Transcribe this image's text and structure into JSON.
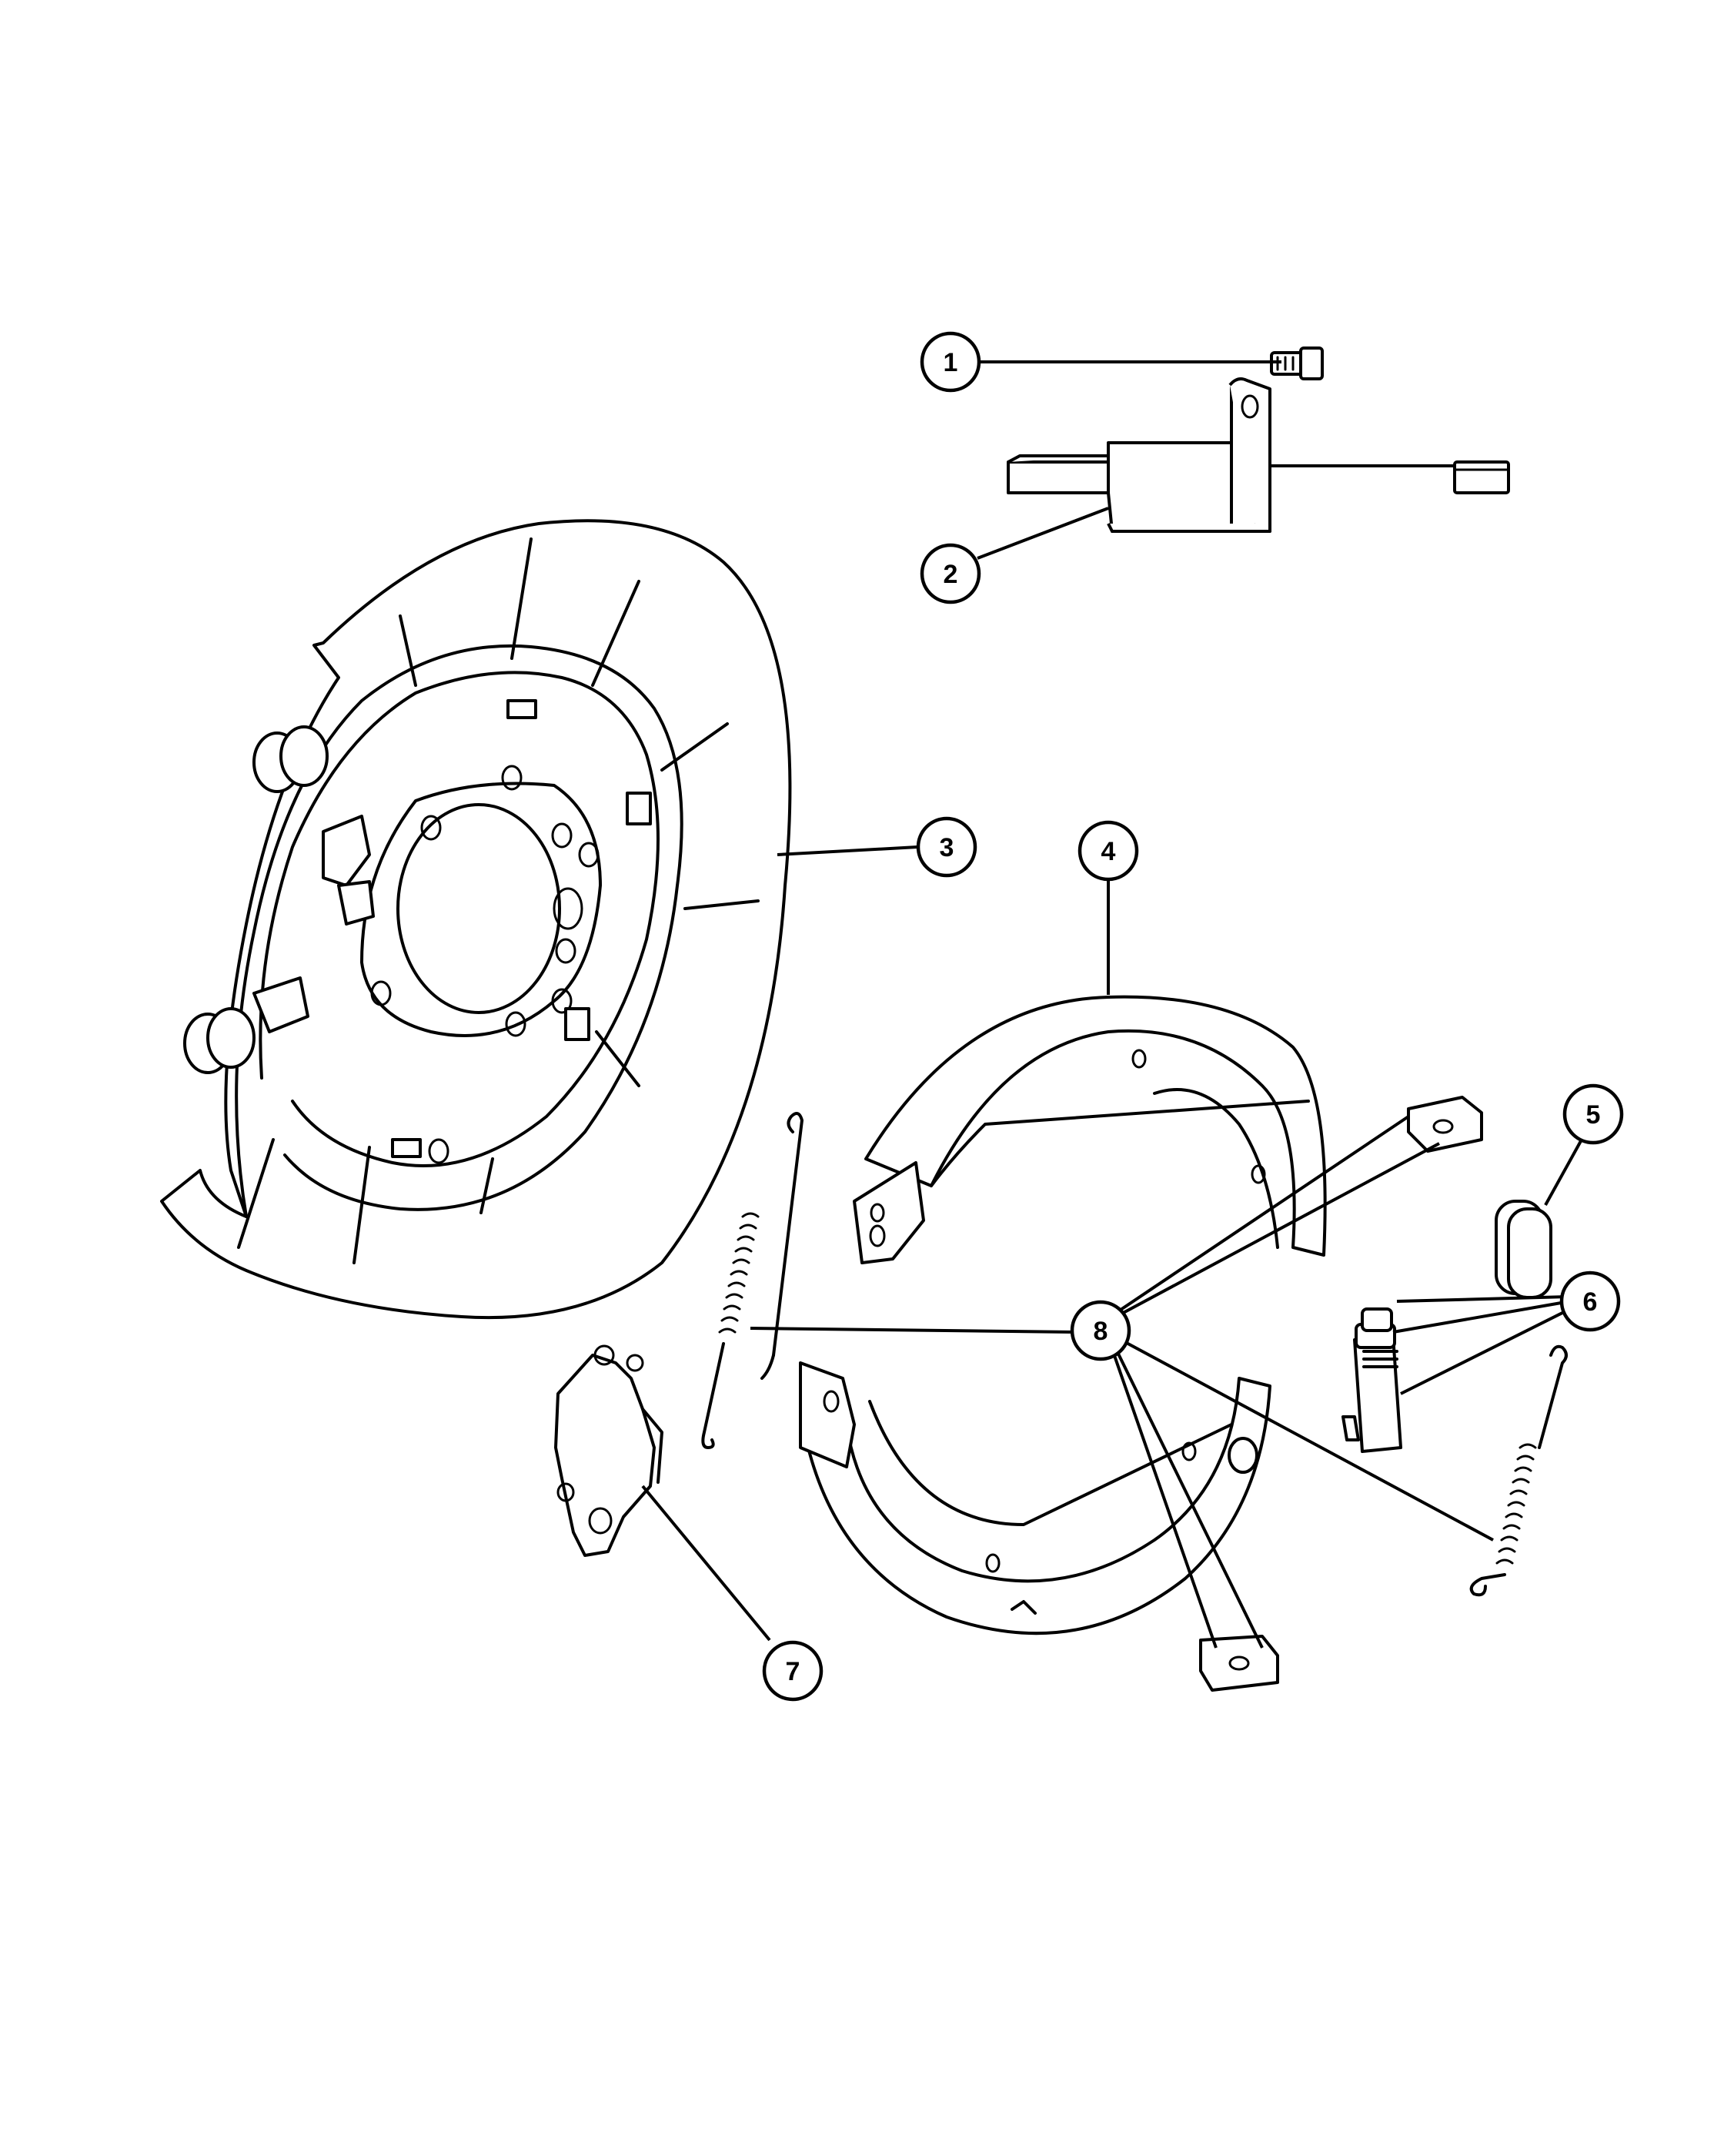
{
  "callouts": [
    {
      "id": "1",
      "label": "1",
      "part": "bolt"
    },
    {
      "id": "2",
      "label": "2",
      "part": "bracket"
    },
    {
      "id": "3",
      "label": "3",
      "part": "backing-plate"
    },
    {
      "id": "4",
      "label": "4",
      "part": "brake-shoe"
    },
    {
      "id": "5",
      "label": "5",
      "part": "plug"
    },
    {
      "id": "6",
      "label": "6",
      "part": "adjuster"
    },
    {
      "id": "7",
      "label": "7",
      "part": "lever"
    },
    {
      "id": "8",
      "label": "8",
      "part": "spring-and-clip-kit"
    }
  ],
  "colors": {
    "line": "#000000",
    "background": "#ffffff"
  }
}
